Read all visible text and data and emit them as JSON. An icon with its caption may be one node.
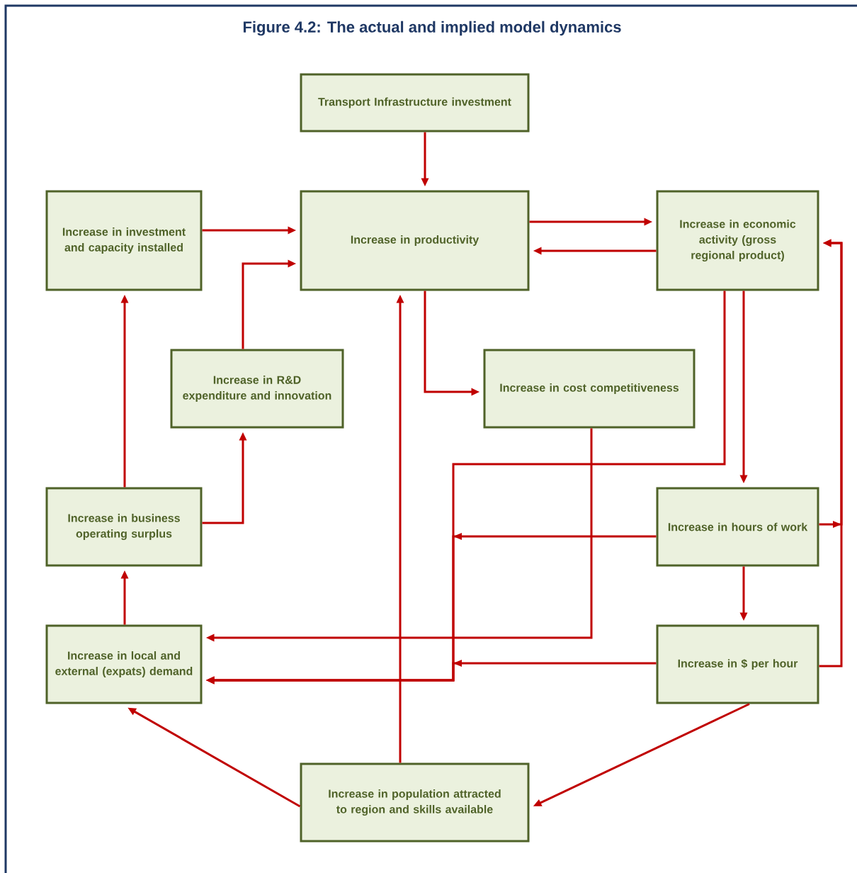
{
  "diagram": {
    "title": "Figure 4.2:  The actual and implied model dynamics",
    "nodes": [
      {
        "text": [
          "Transport Infrastructure investment"
        ]
      },
      {
        "text": [
          "Increase in investment and capacity installed"
        ]
      },
      {
        "text": [
          "Increase in productivity"
        ]
      },
      {
        "text": [
          "Increase in economic activity (gross regional product)"
        ]
      },
      {
        "text": [
          "Increase in R&D expenditure and innovation"
        ]
      },
      {
        "text": [
          "Increase in cost competitiveness"
        ]
      },
      {
        "text": [
          "Increase in business operating surplus"
        ]
      },
      {
        "text": [
          "Increase in hours of work"
        ]
      },
      {
        "text": [
          "Increase in local and external (expats) demand"
        ]
      },
      {
        "text": [
          "Increase in $ per hour"
        ]
      },
      {
        "text": [
          "Increase in population attracted to region and skills available"
        ]
      }
    ],
    "edges": [
      {
        "from": 0,
        "to": 2,
        "arrow": "to"
      },
      {
        "from": 1,
        "to": 2,
        "arrow": "to"
      },
      {
        "from": 4,
        "to": 2,
        "arrow": "to"
      },
      {
        "from": 2,
        "to": 3,
        "arrow": "to"
      },
      {
        "from": 3,
        "to": 2,
        "arrow": "to"
      },
      {
        "from": 2,
        "to": 5,
        "arrow": "to"
      },
      {
        "from": 3,
        "to": 7,
        "arrow": "to"
      },
      {
        "from": 3,
        "to": 8,
        "arrow": "to"
      },
      {
        "from": 7,
        "to": 8,
        "arrow": "to"
      },
      {
        "from": 7,
        "to": 9,
        "arrow": "to"
      },
      {
        "from": 7,
        "to": 3,
        "arrow": "to"
      },
      {
        "from": 9,
        "to": 3,
        "arrow": "to"
      },
      {
        "from": 9,
        "to": 8,
        "arrow": "to"
      },
      {
        "from": 5,
        "to": 8,
        "arrow": "to"
      },
      {
        "from": 6,
        "to": 1,
        "arrow": "to"
      },
      {
        "from": 6,
        "to": 4,
        "arrow": "to"
      },
      {
        "from": 8,
        "to": 6,
        "arrow": "to"
      },
      {
        "from": 10,
        "to": 2,
        "arrow": "to"
      },
      {
        "from": 10,
        "to": 8,
        "arrow": "to"
      },
      {
        "from": 9,
        "to": 10,
        "arrow": "to"
      }
    ]
  }
}
